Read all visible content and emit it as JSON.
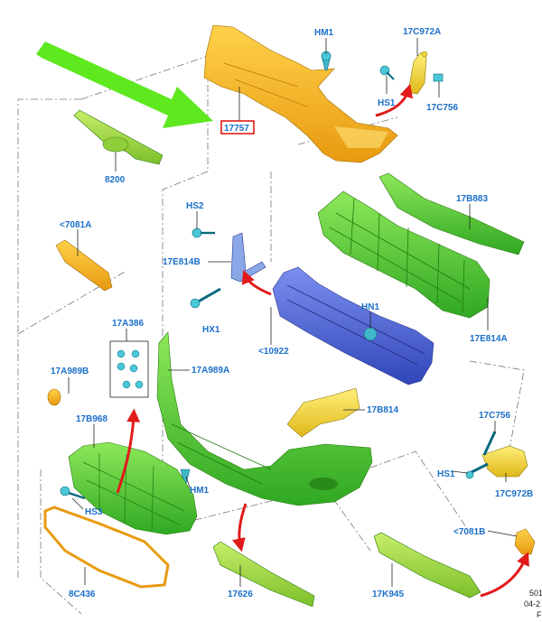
{
  "labels": {
    "hm1_top": "HM1",
    "p17c972a": "17C972A",
    "hs1_top": "HS1",
    "p17c756_top": "17C756",
    "p17757": "17757",
    "p8200": "8200",
    "hs2": "HS2",
    "p17e814b": "17E814B",
    "hx1": "HX1",
    "p17b883": "17B883",
    "p7081a": "<7081A",
    "hn1": "HN1",
    "p10922": "<10922",
    "p17e814a": "17E814A",
    "p17a386": "17A386",
    "p17a989b": "17A989B",
    "p17a989a": "17A989A",
    "p17b814": "17B814",
    "p17c756_right": "17C756",
    "p17b968": "17B968",
    "hs1_right": "HS1",
    "hm1_low": "HM1",
    "p17c972b": "17C972B",
    "hs3": "HS3",
    "p7081b": "<7081B",
    "p8c436": "8C436",
    "p17626": "17626",
    "p17k945": "17K945",
    "corner_line1": "501",
    "corner_line2": "04-2",
    "corner_line3": "F"
  },
  "colors": {
    "orange": "#f5b21a",
    "green": "#4fc93a",
    "lime": "#a8d84a",
    "blue": "#4a62d4",
    "yellow": "#f0d43a",
    "cyan": "#4ac8d8",
    "red": "#e11a1a",
    "callout": "#1a6fc9",
    "arrow": "#5ee81e"
  },
  "icons": [
    "highlight-arrow-icon",
    "red-assembly-arrow-icon"
  ]
}
